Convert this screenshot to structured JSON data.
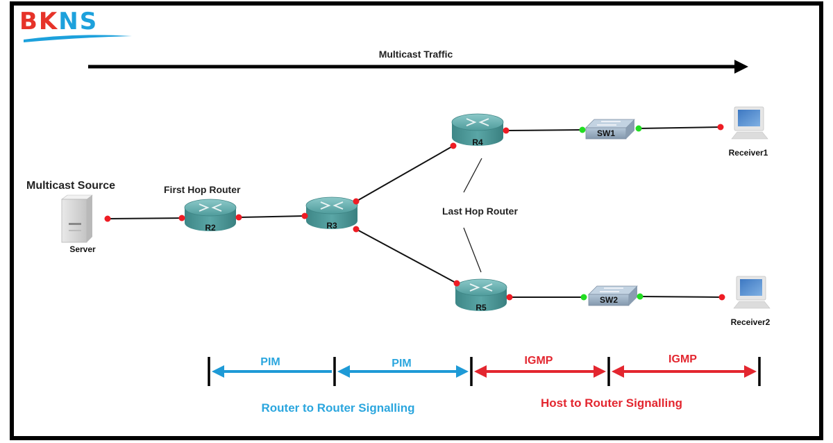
{
  "logo": {
    "part1": "BK",
    "part2": "NS",
    "red": "#e63329",
    "blue": "#1da1dc"
  },
  "traffic": {
    "label": "Multicast Traffic",
    "direction": "left-to-right"
  },
  "labels": {
    "source": "Multicast Source",
    "first_hop": "First Hop Router",
    "last_hop": "Last Hop Router"
  },
  "nodes": [
    {
      "id": "server",
      "type": "server",
      "label": "Server"
    },
    {
      "id": "r2",
      "type": "router",
      "label": "R2"
    },
    {
      "id": "r3",
      "type": "router",
      "label": "R3"
    },
    {
      "id": "r4",
      "type": "router",
      "label": "R4"
    },
    {
      "id": "r5",
      "type": "router",
      "label": "R5"
    },
    {
      "id": "sw1",
      "type": "switch",
      "label": "SW1"
    },
    {
      "id": "sw2",
      "type": "switch",
      "label": "SW2"
    },
    {
      "id": "receiver1",
      "type": "host",
      "label": "Receiver1"
    },
    {
      "id": "receiver2",
      "type": "host",
      "label": "Receiver2"
    }
  ],
  "links": [
    {
      "from": "server",
      "to": "r2",
      "from_state": "down",
      "to_state": "down"
    },
    {
      "from": "r2",
      "to": "r3",
      "from_state": "down",
      "to_state": "down"
    },
    {
      "from": "r3",
      "to": "r4",
      "from_state": "down",
      "to_state": "down"
    },
    {
      "from": "r3",
      "to": "r5",
      "from_state": "down",
      "to_state": "down"
    },
    {
      "from": "r4",
      "to": "sw1",
      "from_state": "down",
      "to_state": "up"
    },
    {
      "from": "r5",
      "to": "sw2",
      "from_state": "down",
      "to_state": "up"
    },
    {
      "from": "sw1",
      "to": "receiver1",
      "from_state": "up",
      "to_state": "down"
    },
    {
      "from": "sw2",
      "to": "receiver2",
      "from_state": "up",
      "to_state": "down"
    }
  ],
  "status_colors": {
    "down": "#ee1c24",
    "up": "#22dd22"
  },
  "signalling": {
    "segments": [
      {
        "label": "PIM",
        "protocol": "pim",
        "arrows": "left"
      },
      {
        "label": "PIM",
        "protocol": "pim",
        "arrows": "both"
      },
      {
        "label": "IGMP",
        "protocol": "igmp",
        "arrows": "both"
      },
      {
        "label": "IGMP",
        "protocol": "igmp",
        "arrows": "both"
      }
    ],
    "router_to_router": "Router to Router Signalling",
    "host_to_router": "Host to Router Signalling",
    "pim_color": "#1e9ad6",
    "igmp_color": "#e3262f",
    "pim_text_color": "#2ba6de",
    "igmp_text_color": "#e3262f"
  }
}
